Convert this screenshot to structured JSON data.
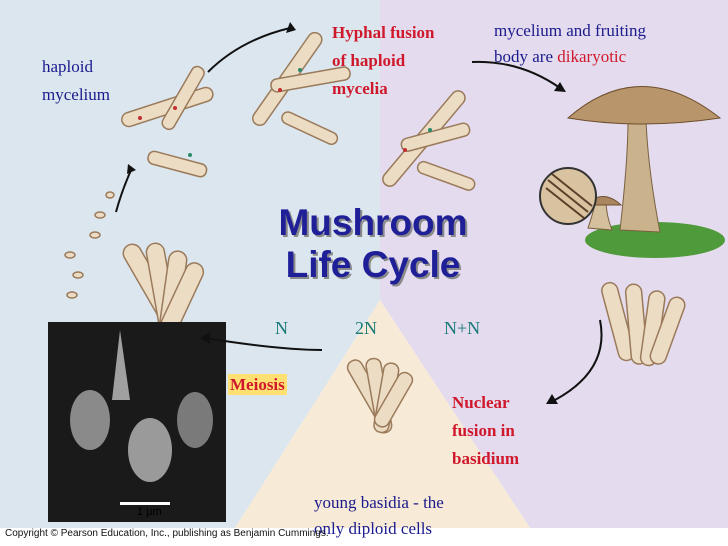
{
  "title_line1": "Mushroom",
  "title_line2": "Life Cycle",
  "labels": {
    "haploid_mycelium_1": "haploid",
    "haploid_mycelium_2": "mycelium",
    "hyphal_fusion_1": "Hyphal fusion",
    "hyphal_fusion_2": "of haploid",
    "hyphal_fusion_3": "mycelia",
    "dikaryotic_1": "mycelium and fruiting",
    "dikaryotic_2a": "body are ",
    "dikaryotic_2b": "dikaryotic",
    "meiosis": "Meiosis",
    "nuclear_fusion_1": "Nuclear",
    "nuclear_fusion_2": "fusion in",
    "nuclear_fusion_3": "basidium",
    "young_basidia_1": "young basidia - the",
    "young_basidia_2": "only diploid cells"
  },
  "ploidy": {
    "n": "N",
    "two_n": "2N",
    "n_plus_n": "N+N"
  },
  "scale_bar": "1 µm",
  "copyright": "Copyright © Pearson Education, Inc., publishing as Benjamin Cummings.",
  "colors": {
    "haploid_region": "#dce6ee",
    "dikaryotic_region": "#e4dcee",
    "diploid_region": "#f7ead6",
    "title": "#1f1f98",
    "label": "#1a1a8c",
    "highlight_red": "#d0182c",
    "highlight_yellow": "#ffe070"
  }
}
